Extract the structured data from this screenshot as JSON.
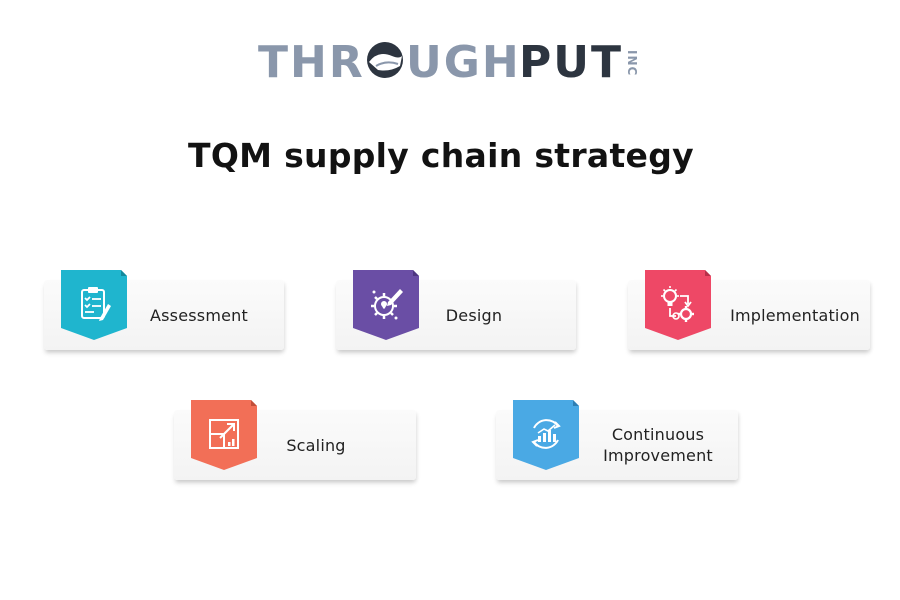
{
  "logo": {
    "text_left": "THR",
    "text_mid": "UGH",
    "text_right": "PUT",
    "text_inc": "INC",
    "color_grey": "#8a97ab",
    "color_dark": "#2d3540"
  },
  "title": "TQM supply chain strategy",
  "steps": [
    {
      "label": "Assessment",
      "icon": "clipboard-checklist-icon",
      "color": "#1fb5ce"
    },
    {
      "label": "Design",
      "icon": "lightbulb-gear-pencil-icon",
      "color": "#6a4ea5"
    },
    {
      "label": "Implementation",
      "icon": "lightbulb-gears-flow-icon",
      "color": "#ee4866"
    },
    {
      "label": "Scaling",
      "icon": "scale-up-chart-icon",
      "color": "#f26f57"
    },
    {
      "label_line1": "Continuous",
      "label_line2": "Improvement",
      "icon": "chart-cycle-arrows-icon",
      "color": "#4aa9e4"
    }
  ]
}
